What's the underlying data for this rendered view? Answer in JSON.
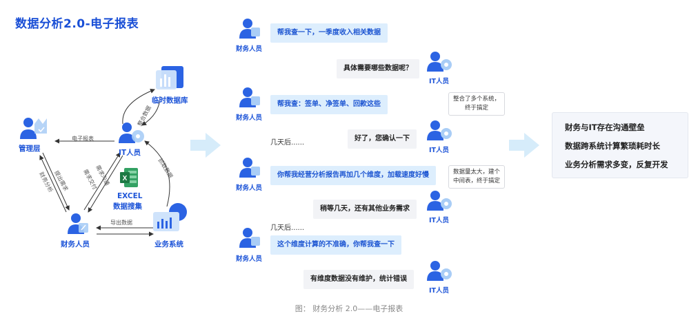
{
  "title": "数据分析2.0-电子报表",
  "diagram": {
    "nodes": {
      "management": "管理层",
      "it_staff": "IT人员",
      "temp_db": "临时数据库",
      "excel": "EXCEL",
      "excel_sub": "数据搜集",
      "finance": "财务人员",
      "biz_system": "业务系统"
    },
    "edges": {
      "report": "电子报表",
      "integrate": "整合数据",
      "extract": "抓取数据",
      "submit_req_1": "提出需求",
      "submit_req_2": "需求沟通",
      "finance_analysis": "财务分析",
      "data_delivery": "需求交付",
      "export": "导出数据"
    }
  },
  "chat": {
    "finance_label": "财务人员",
    "it_label": "IT人员",
    "messages": {
      "m1": "帮我查一下，一季度收入相关数据",
      "m2": "具体需要哪些数据呢？",
      "m3": "帮我查：签单、净签单、回款这些",
      "m4": "好了，您确认一下",
      "m5": "你帮我经营分析报告再加几个维度，加载速度好慢",
      "m6": "稍等几天，还有其他业务需求",
      "m7": "这个维度计算的不准确，你帮我查一下",
      "m8": "有维度数据没有维护，统计错误"
    },
    "notes": {
      "n1a": "整合了多个系统，",
      "n1b": "终于搞定",
      "n2a": "数据量太大，建个",
      "n2b": "中间表，终于搞定"
    },
    "days_later_1": "几天后......",
    "days_later_2": "几天后......"
  },
  "summary": {
    "items": [
      "财务与IT存在沟通壁垒",
      "数据跨系统计算繁琐耗时长",
      "业务分析需求多变，反复开发"
    ]
  },
  "caption": "图： 财务分析 2.0——电子报表",
  "colors": {
    "brand": "#1e55d8",
    "bubble_blue": "#ddeefd",
    "arrow": "#d6ecfa"
  }
}
